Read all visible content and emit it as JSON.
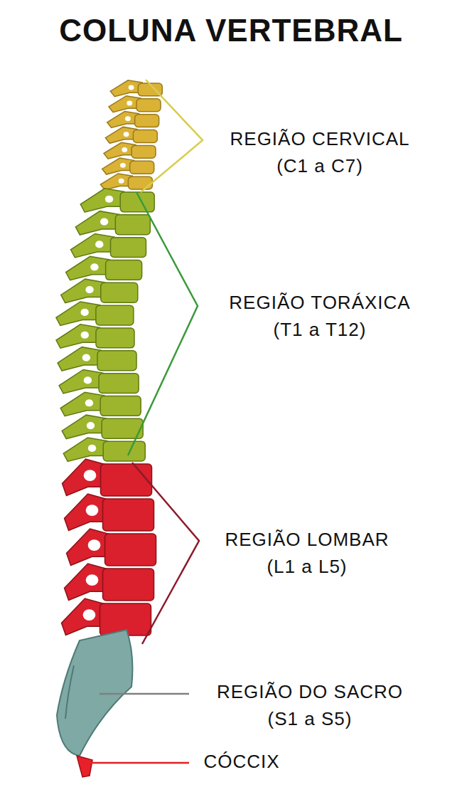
{
  "diagram": {
    "title": "COLUNA VERTEBRAL",
    "labels": [
      "REGIÃO CERVICAL",
      "(C1 a C7)",
      "REGIÃO TORÁXICA",
      "(T1 a T12)",
      "REGIÃO LOMBAR",
      "(L1 a L5)",
      "REGIÃO DO SACRO",
      "(S1 a S5)",
      "CÓCCIX"
    ]
  }
}
